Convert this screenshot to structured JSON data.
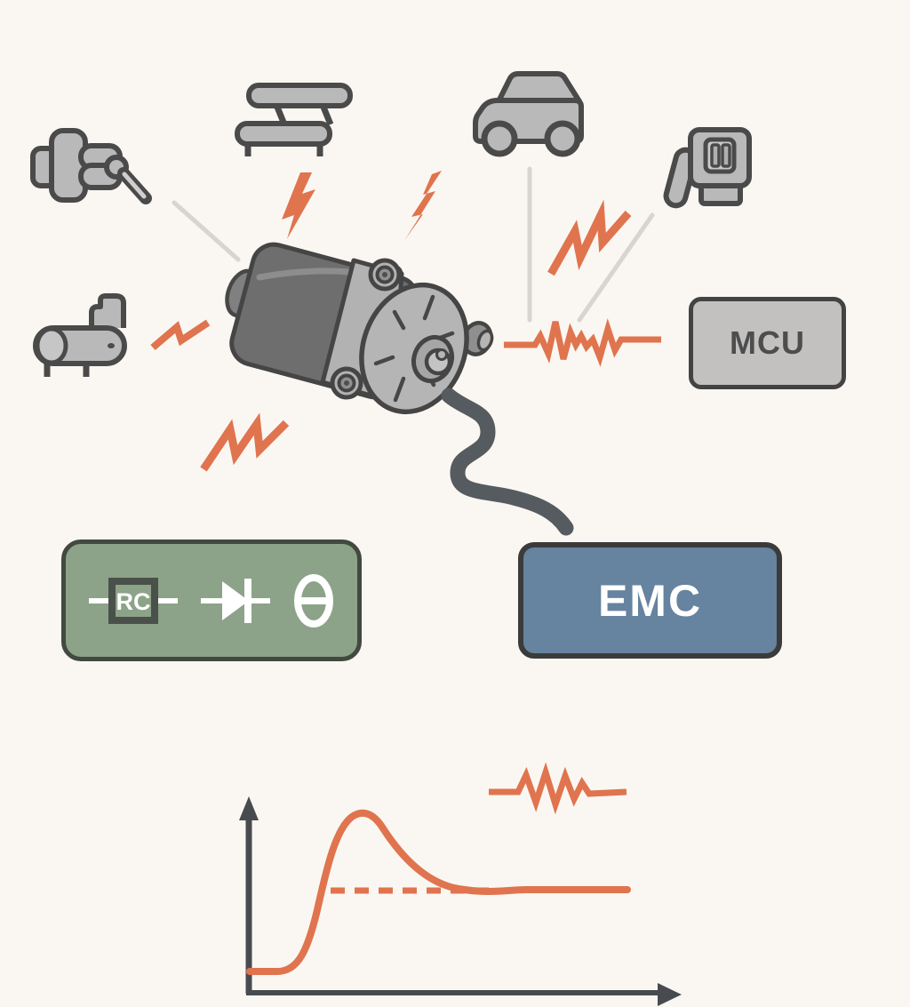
{
  "diagram": {
    "subject": "motor-emc-interference-diagram",
    "background": "#FAF7F2",
    "accent_orange": "#E0744E",
    "icon_fill": "#B9B9B9",
    "icon_outline": "#4A4A4A",
    "cable_color": "#565B60",
    "connector_line_color": "#D7D5D2"
  },
  "boxes": {
    "mcu": {
      "label": "MCU",
      "fill": "#C2C1C0",
      "border": "#434343",
      "text_color": "#4D4D4D"
    },
    "emc": {
      "label": "EMC",
      "fill": "#66839F",
      "border": "#3B3B3B",
      "text_color": "#FFFFFF"
    },
    "suppression": {
      "rc_label": "RC",
      "fill": "#8DA389",
      "border": "#42493F",
      "symbols": [
        "rc-filter-component",
        "diode",
        "theta-capacitor"
      ]
    }
  },
  "icons": {
    "top_left": "power-drill",
    "top_center": "test-bench",
    "top_right_1": "car",
    "top_right_2": "charging-connector",
    "middle_left": "actuator-muffler",
    "center": "wiper-motor",
    "lightning_bolt_count": 5,
    "noise_squiggle_count": 3
  },
  "chart_data": {
    "type": "line",
    "title": "",
    "xlabel": "",
    "ylabel": "",
    "axes": {
      "arrows": true,
      "tick_labels": false,
      "color": "#474B4F"
    },
    "series": [
      {
        "name": "transient-response",
        "color": "#E0744E",
        "style": "solid",
        "points_normalized": [
          [
            0.0,
            0.05
          ],
          [
            0.13,
            0.05
          ],
          [
            0.2,
            0.3
          ],
          [
            0.26,
            0.85
          ],
          [
            0.3,
            1.0
          ],
          [
            0.35,
            0.92
          ],
          [
            0.45,
            0.62
          ],
          [
            0.55,
            0.5
          ],
          [
            0.65,
            0.46
          ],
          [
            1.0,
            0.46
          ]
        ]
      },
      {
        "name": "steady-state-reference",
        "color": "#E0744E",
        "style": "dashed",
        "points_normalized": [
          [
            0.2,
            0.46
          ],
          [
            0.62,
            0.46
          ]
        ]
      }
    ]
  }
}
